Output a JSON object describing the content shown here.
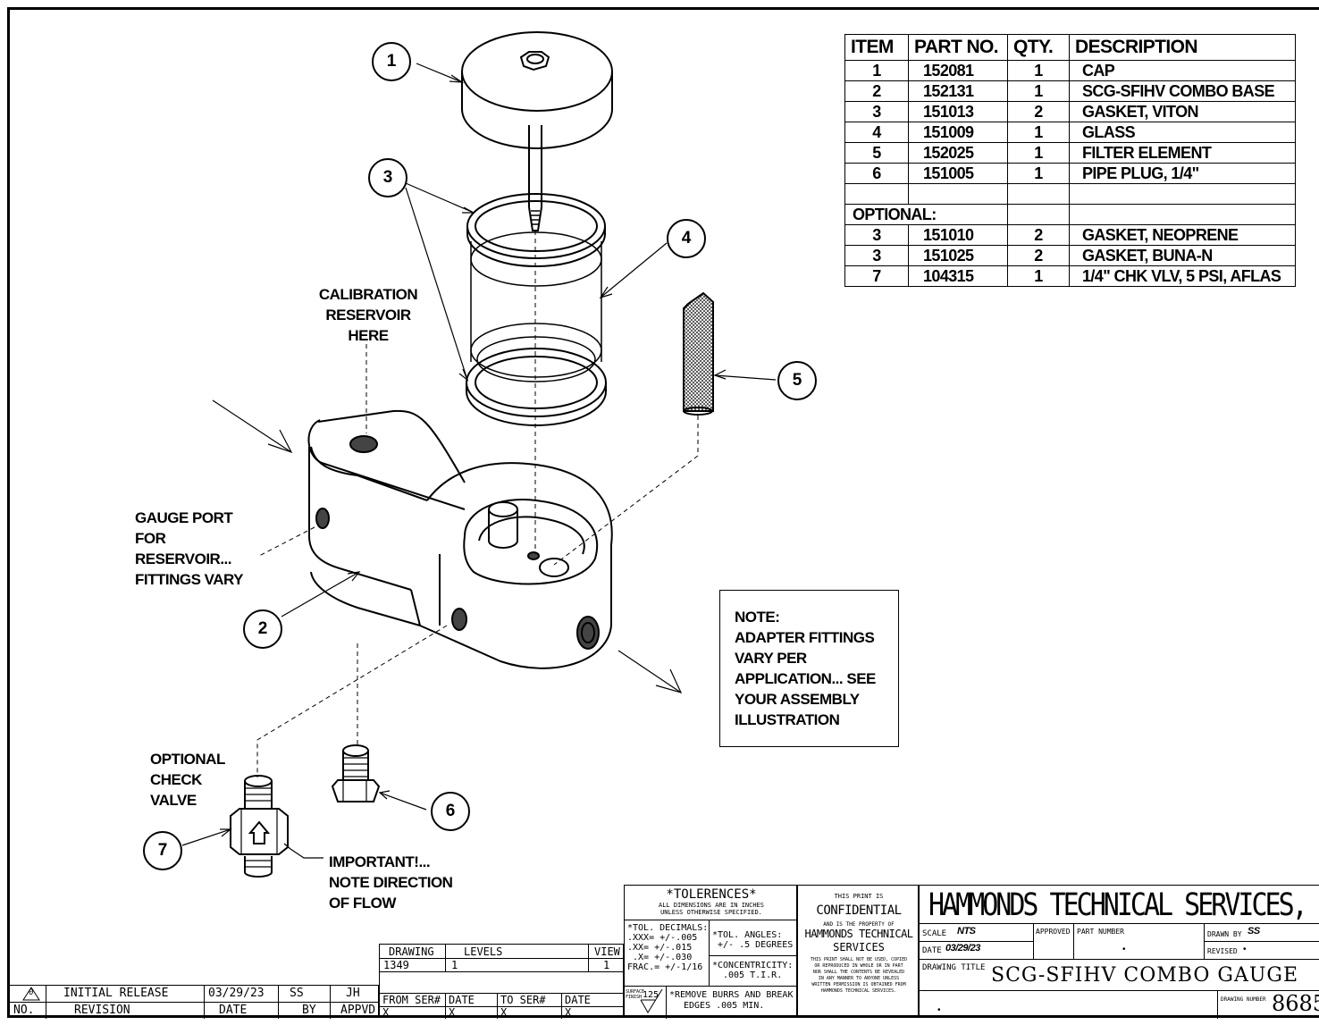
{
  "callouts": {
    "1": "1",
    "2": "2",
    "3": "3",
    "4": "4",
    "5": "5",
    "6": "6",
    "7": "7"
  },
  "notes": {
    "calibration": [
      "CALIBRATION",
      "RESERVOIR",
      "HERE"
    ],
    "gauge_port": [
      "GAUGE PORT",
      "FOR",
      "RESERVOIR...",
      "FITTINGS VARY"
    ],
    "optional_check": [
      "OPTIONAL",
      "CHECK",
      "VALVE"
    ],
    "important": [
      "IMPORTANT!...",
      "NOTE DIRECTION",
      "OF FLOW"
    ],
    "adapter_note": [
      "NOTE:",
      "ADAPTER FITTINGS",
      "VARY PER",
      "APPLICATION... SEE",
      "YOUR ASSEMBLY",
      "ILLUSTRATION"
    ]
  },
  "bom": {
    "headers": [
      "ITEM",
      "PART NO.",
      "QTY.",
      "DESCRIPTION"
    ],
    "rows": [
      [
        "1",
        "152081",
        "1",
        "CAP"
      ],
      [
        "2",
        "152131",
        "1",
        "SCG-SFIHV COMBO BASE"
      ],
      [
        "3",
        "151013",
        "2",
        "GASKET, VITON"
      ],
      [
        "4",
        "151009",
        "1",
        "GLASS"
      ],
      [
        "5",
        "152025",
        "1",
        "FILTER ELEMENT"
      ],
      [
        "6",
        "151005",
        "1",
        "PIPE PLUG, 1/4\""
      ],
      [
        "",
        "",
        "",
        ""
      ]
    ],
    "optional_label": "OPTIONAL:",
    "optional_rows": [
      [
        "3",
        "151010",
        "2",
        "GASKET, NEOPRENE"
      ],
      [
        "3",
        "151025",
        "2",
        "GASKET, BUNA-N"
      ],
      [
        "7",
        "104315",
        "1",
        "1/4\" CHK VLV, 5 PSI, AFLAS"
      ]
    ]
  },
  "revision": {
    "symbol": "0",
    "desc": "INITIAL RELEASE",
    "date": "03/29/23",
    "by": "SS",
    "appvd": "JH",
    "hdr_no": "NO.",
    "hdr_revision": "REVISION",
    "hdr_date": "DATE",
    "hdr_by": "BY",
    "hdr_appvd": "APPVD"
  },
  "drawing_block": {
    "drawing_label": "DRAWING",
    "levels_label": "LEVELS",
    "view_label": "VIEW",
    "drawing": "1349",
    "levels": "1",
    "view": "1",
    "from_ser_label": "FROM SER#",
    "date_label": "DATE",
    "to_ser_label": "TO SER#",
    "date2_label": "DATE",
    "from_ser": "X",
    "date": "X",
    "to_ser": "X",
    "date2": "X"
  },
  "tolerances": {
    "title": "*TOLERENCES*",
    "sub": [
      "ALL DIMENSIONS ARE IN INCHES",
      "UNLESS OTHERWISE SPECIFIED."
    ],
    "decimals": [
      "*TOL. DECIMALS:",
      ".XXX= +/-.005",
      ".XX= +/-.015",
      ".X= +/-.030",
      "FRAC.= +/-1/16"
    ],
    "angles": [
      "*TOL. ANGLES:",
      "+/- .5 DEGREES"
    ],
    "concentricity": [
      "*CONCENTRICITY:",
      ".005 T.I.R."
    ],
    "surface_label": [
      "SURFACE",
      "FINISH"
    ],
    "surface_value": "125",
    "burrs": [
      "*REMOVE BURRS AND BREAK",
      "EDGES .005 MIN."
    ]
  },
  "confidential": {
    "line1": "THIS PRINT IS",
    "line2": "CONFIDENTIAL",
    "line3": "AND IS THE PROPERTY OF",
    "line4": "HAMMONDS TECHNICAL",
    "line5": "SERVICES",
    "fine": [
      "THIS PRINT SHALL NOT BE USED, COPIED",
      "OR REPRODUCED IN WHOLE OR IN PART",
      "NOR SHALL THE CONTENTS BE REVEALED",
      "IN ANY MANNER TO ANYONE UNLESS",
      "WRITTEN PERMISSION IS OBTAINED FROM",
      "HAMMONDS TECHNICAL SERVICES."
    ]
  },
  "title_block": {
    "company": "HAMMONDS TECHNICAL SERVICES, INC.",
    "scale_label": "SCALE",
    "scale": "NTS",
    "approved_label": "APPROVED",
    "part_number_label": "PART NUMBER",
    "part_number": "•",
    "drawn_by_label": "DRAWN BY",
    "drawn_by": "SS",
    "date_label": "DATE",
    "date": "03/29/23",
    "revised_label": "REVISED",
    "revised": "•",
    "drawing_title_label": "DRAWING TITLE",
    "drawing_title": "SCG-SFIHV COMBO GAUGE",
    "drawing_number_label": "DRAWING NUMBER",
    "drawing_number": "8685",
    "bottom_mark": "•"
  }
}
